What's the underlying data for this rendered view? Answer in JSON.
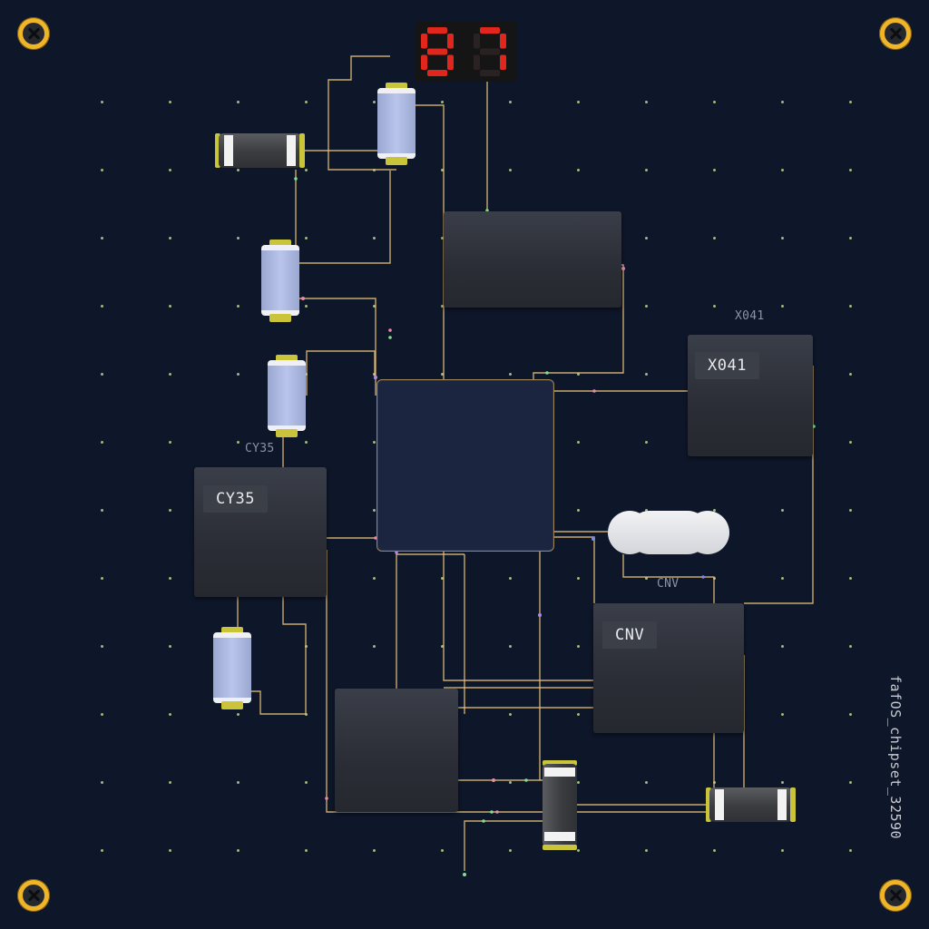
{
  "board": {
    "serial": "fafOS_chipset_32590",
    "colors": {
      "background": "#0e1629",
      "trace": "#e8c37a",
      "screw": "#f0b429",
      "cpu_fill": "#1c2540",
      "segment_on": "#e0261d"
    }
  },
  "chips": [
    {
      "id": "x041",
      "silk": "X041",
      "label": "X041"
    },
    {
      "id": "cy35",
      "silk": "CY35",
      "label": "CY35"
    },
    {
      "id": "cnv",
      "silk": "CNV",
      "label": "CNV"
    }
  ],
  "display": {
    "digits": [
      "8",
      "7"
    ]
  },
  "icons": [
    "screw-icon"
  ]
}
